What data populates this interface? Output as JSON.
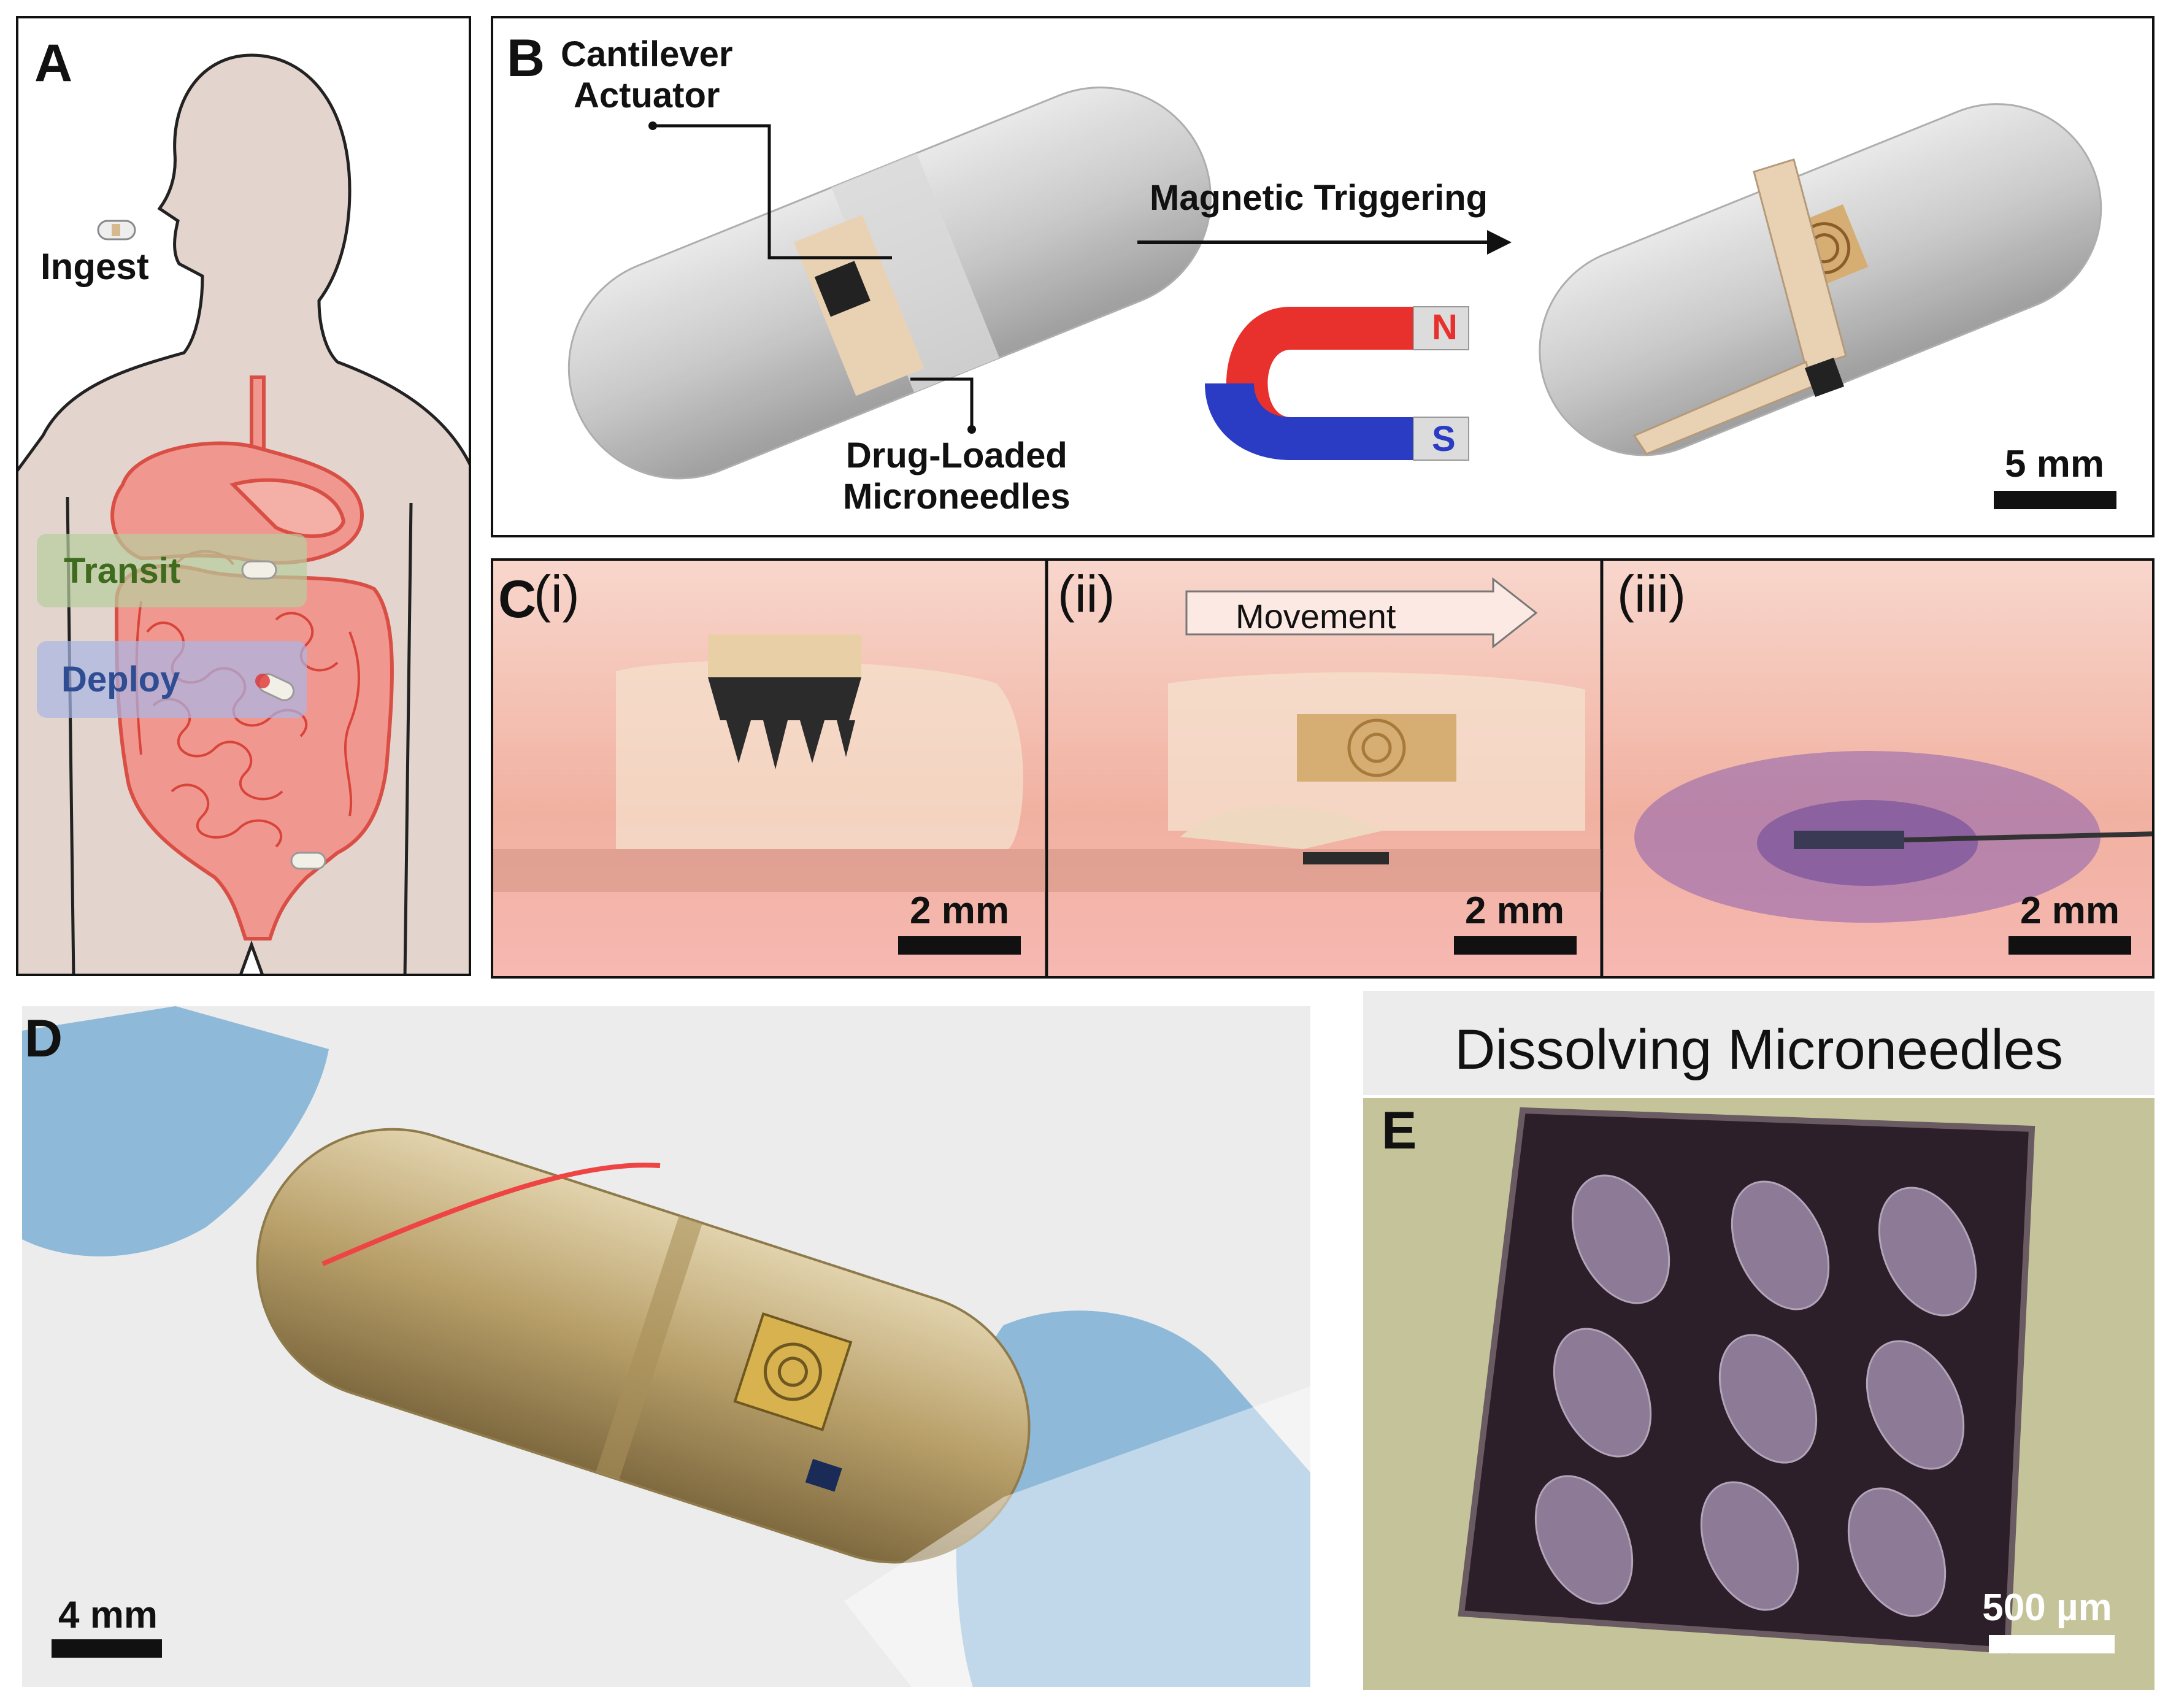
{
  "panel_a": {
    "letter": "A",
    "labels": {
      "ingest": "Ingest",
      "transit": "Transit",
      "deploy": "Deploy"
    },
    "colors": {
      "body": "#e3d4ce",
      "gi_tract": "#f2928a",
      "transit_box": "#b7cf9e",
      "deploy_box": "#a8b6e6",
      "transit_text": "#3f6b1e",
      "deploy_text": "#2f4d93"
    }
  },
  "panel_b": {
    "letter": "B",
    "labels": {
      "cantilever_actuator": [
        "Cantilever",
        "Actuator"
      ],
      "drug_loaded_microneedles": [
        "Drug-Loaded",
        "Microneedles"
      ],
      "magnetic_triggering": "Magnetic Triggering",
      "magnet_n": "N",
      "magnet_s": "S"
    },
    "scale": "5 mm",
    "colors": {
      "capsule": "#c9c9c9",
      "actuator": "#e9d2b3",
      "magnet_red": "#e8302c",
      "magnet_blue": "#2a3cc4"
    }
  },
  "panel_c": {
    "letter": "C",
    "subpanels": [
      {
        "label": "(i)",
        "scale": "2 mm"
      },
      {
        "label": "(ii)",
        "scale": "2 mm",
        "arrow_text": "Movement"
      },
      {
        "label": "(iii)",
        "scale": "2 mm"
      }
    ],
    "colors": {
      "tissue": "#f3b4a4",
      "dye": "#8a5fae"
    }
  },
  "panel_d": {
    "letter": "D",
    "scale": "4 mm",
    "colors": {
      "glove": "#8fb9d9",
      "capsule": "#c7b07a"
    }
  },
  "panel_e": {
    "letter": "E",
    "title": "Dissolving Microneedles",
    "scale": "500 µm",
    "colors": {
      "background": "#c4c39a",
      "patch": "#2d1f2a",
      "needle": "#8d7a96"
    }
  }
}
